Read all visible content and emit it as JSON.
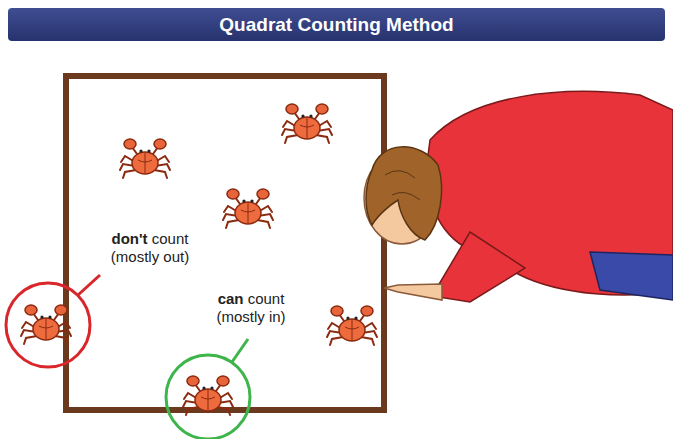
{
  "diagram": {
    "title": "Quadrat Counting Method",
    "labels": [
      "don't",
      "count (mostly out)",
      "can",
      "count (mostly in)"
    ]
  }
}
